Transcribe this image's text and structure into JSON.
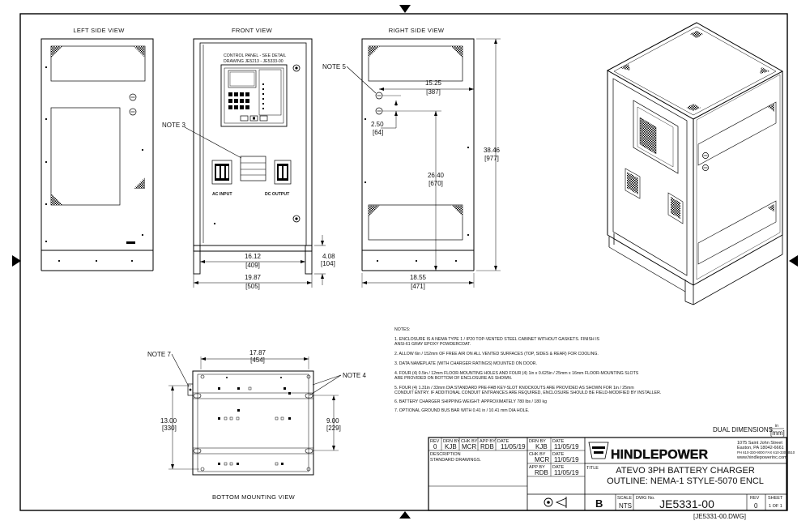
{
  "views": {
    "left": "LEFT SIDE VIEW",
    "front": "FRONT VIEW",
    "right": "RIGHT SIDE VIEW",
    "bottom": "BOTTOM MOUNTING VIEW"
  },
  "front": {
    "control_panel_1": "CONTROL PANEL - SEE DETAIL",
    "control_panel_2": "DRAWING JE5213 - JE5333-00",
    "ac_input": "AC INPUT",
    "dc_output": "DC OUTPUT",
    "note3": "NOTE 3"
  },
  "callouts": {
    "note5": "NOTE 5",
    "note7": "NOTE 7",
    "note4": "NOTE 4"
  },
  "dims": {
    "front_inner_in": "16.12",
    "front_inner_mm": "[409]",
    "front_width_in": "19.87",
    "front_width_mm": "[505]",
    "front_base_in": "4.08",
    "front_base_mm": "[104]",
    "ko_x_in": "15.25",
    "ko_x_mm": "[387]",
    "ko_y_in": "2.50",
    "ko_y_mm": "[64]",
    "lift_in": "26.40",
    "lift_mm": "[670]",
    "height_in": "38.46",
    "height_mm": "[977]",
    "depth_in": "18.55",
    "depth_mm": "[471]",
    "bot_w_in": "17.87",
    "bot_w_mm": "[454]",
    "bot_h_in": "13.00",
    "bot_h_mm": "[330]",
    "bot_hole_in": "9.00",
    "bot_hole_mm": "[229]"
  },
  "notes": {
    "title": "NOTES:",
    "lines": [
      "1. ENCLOSURE IS A NEMA TYPE 1 / IP20 TOP-VENTED STEEL CABINET  WITHOUT GASKETS. FINISH IS",
      "    ANSI-61 GRAY EPOXY POWDERCOAT.",
      "2. ALLOW 6in / 152mm OF FREE AIR ON ALL VENTED SURFACES (TOP, SIDES & REAR) FOR COOLING.",
      "3. DATA NAMEPLATE (WITH CHARGER RATINGS) MOUNTED ON DOOR.",
      "4. FOUR (4) 0.5in / 12mm FLOOR-MOUNTING HOLES AND FOUR (4) 1in x 0.625in / 25mm x 16mm FLOOR-MOUNTING SLOTS",
      "    ARE PROVIDED ON BOTTOM OF ENCLOSURE AS SHOWN.",
      "5. FOUR (4) 1.31in / 33mm DIA STANDARD PRE-FAB KEY-SLOT KNOCKOUTS ARE PROVIDED AS SHOWN FOR 1in / 25mm",
      "    CONDUIT ENTRY.  IF ADDITIONAL CONDUIT ENTRANCES ARE REQUIRED, ENCLOSURE SHOULD BE FIELD-MODIFIED BY INSTALLER.",
      "6. BATTERY CHARGER SHIPPING WEIGHT: APPROXIMATELY 780 lbs / 180 kg",
      "7. OPTIONAL GROUND BUS BAR WITH 0.41 in / 10.41 mm DIA HOLE."
    ]
  },
  "dual_dim": {
    "label": "DUAL DIMENSIONS",
    "unit_in": "in",
    "unit_mm": "[mm]"
  },
  "title_block": {
    "rev_h": "REV",
    "rev_v": "0",
    "drn_h": "DRN BY",
    "drn_v": "KJB",
    "chk_h": "CHK BY",
    "chk_v": "MCR",
    "app_h": "APP BY",
    "app_v": "RDB",
    "date_h": "DATE",
    "date_v": "11/05/19",
    "desc_h": "DESCRIPTION",
    "desc_v": "STANDARD DRAWINGS.",
    "drn_by_h": "DRN BY",
    "drn_by_v": "KJB",
    "drn_date_h": "DATE",
    "drn_date_v": "11/05/19",
    "chk_by_h": "CHK BY",
    "chk_by_v": "MCR",
    "chk_date_h": "DATE",
    "chk_date_v": "11/05/19",
    "app_by_h": "APP BY",
    "app_by_v": "RDB",
    "app_date_h": "DATE",
    "app_date_v": "11/05/19",
    "company": "HINDLEPOWER",
    "addr1": "1075 Saint John Street",
    "addr2": "Easton, PA  18042-6661",
    "addr3": "PH 610-330-9000  FAX 610-330-8510",
    "addr4": "www.hindlepowerinc.com",
    "title_h": "TITLE",
    "title1": "ATEVO 3PH BATTERY CHARGER",
    "title2": "OUTLINE: NEMA-1 STYLE-5070 ENCL",
    "size": "B",
    "scale_h": "SCALE",
    "scale_v": "NTS",
    "dwg_h": "DWG No.",
    "dwg_v": "JE5331-00",
    "rev2_h": "REV",
    "rev2_v": "0",
    "sheet_h": "SHEET",
    "sheet_v": "1 OF 1",
    "filename": "[JE5331-00.DWG]"
  }
}
